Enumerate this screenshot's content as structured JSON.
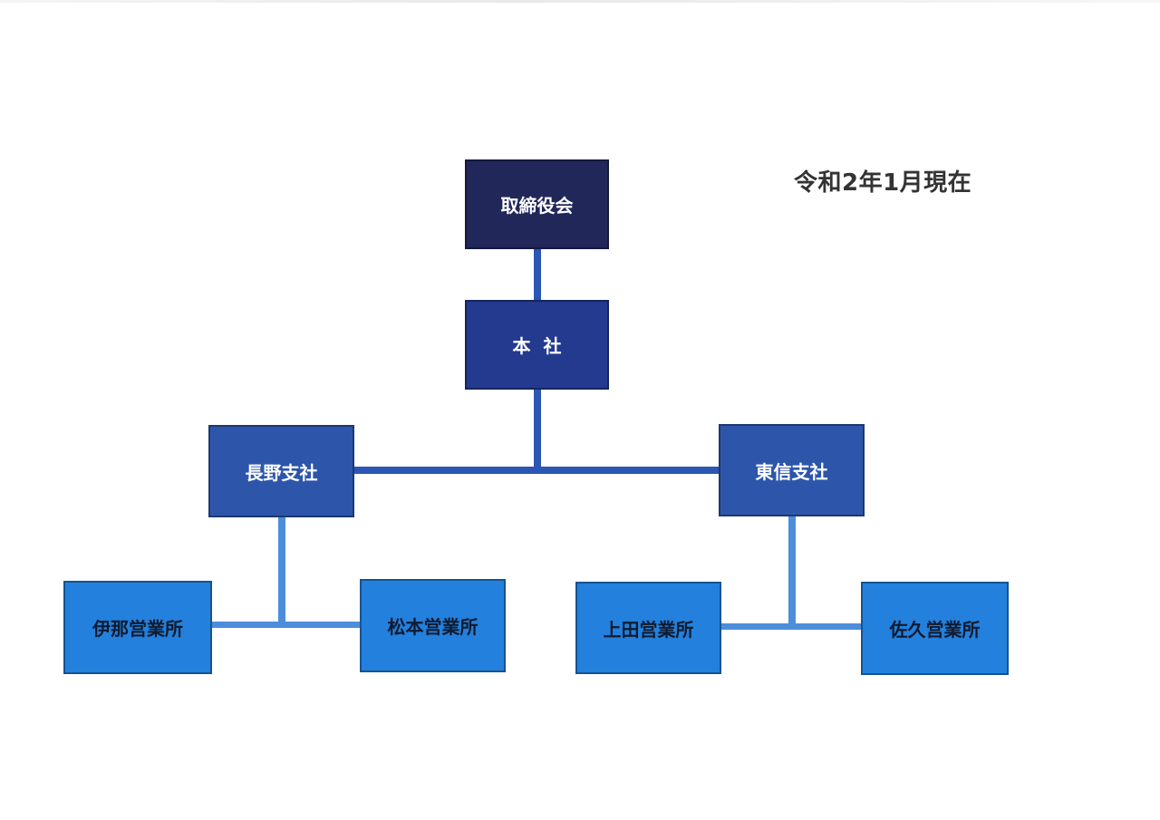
{
  "as_of": "令和2年1月現在",
  "org": {
    "board": "取締役会",
    "headquarters": "本社",
    "branches": [
      {
        "name": "長野支社",
        "offices": [
          "伊那営業所",
          "松本営業所"
        ]
      },
      {
        "name": "東信支社",
        "offices": [
          "上田営業所",
          "佐久営業所"
        ]
      }
    ]
  },
  "colors": {
    "board": "#22275a",
    "headquarters": "#233a8f",
    "branch": "#2d56ab",
    "office": "#2380dc",
    "connector_upper": "#2b56b4",
    "connector_lower": "#4c8edb"
  }
}
